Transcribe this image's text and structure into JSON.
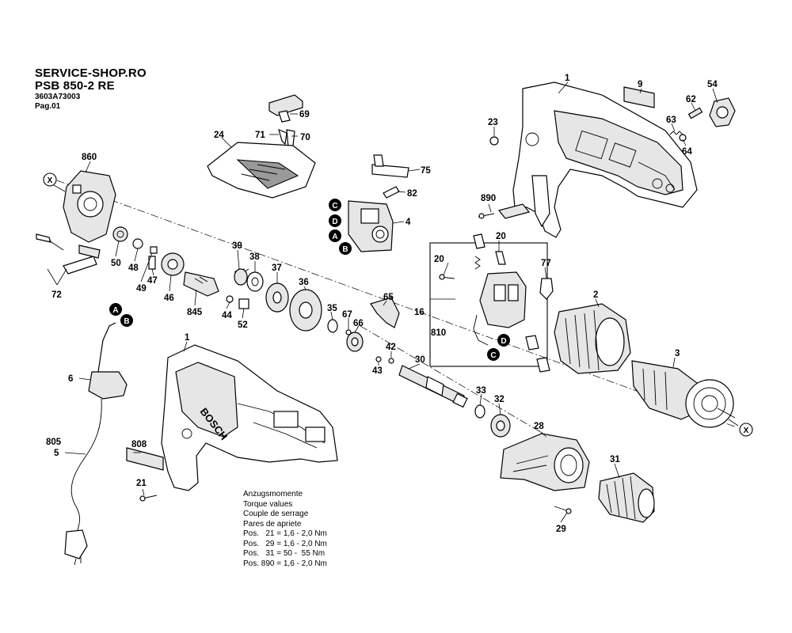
{
  "header": {
    "shop": "SERVICE-SHOP.RO",
    "model": "PSB 850-2 RE",
    "code": "3603A73003",
    "page": "Pag.01"
  },
  "callouts": {
    "p1": "1",
    "p2": "2",
    "p3": "3",
    "p4": "4",
    "p5": "5",
    "p6": "6",
    "p9": "9",
    "p16": "16",
    "p20a": "20",
    "p20b": "20",
    "p21": "21",
    "p23": "23",
    "p24": "24",
    "p28": "28",
    "p29": "29",
    "p30": "30",
    "p31": "31",
    "p32": "32",
    "p33": "33",
    "p35": "35",
    "p36": "36",
    "p37": "37",
    "p38": "38",
    "p39": "39",
    "p42": "42",
    "p43": "43",
    "p44": "44",
    "p46": "46",
    "p47": "47",
    "p48": "48",
    "p49": "49",
    "p50": "50",
    "p52": "52",
    "p54": "54",
    "p62": "62",
    "p63": "63",
    "p64": "64",
    "p65": "65",
    "p66": "66",
    "p67": "67",
    "p69": "69",
    "p70": "70",
    "p71": "71",
    "p72": "72",
    "p75": "75",
    "p77": "77",
    "p82": "82",
    "p805": "805",
    "p808": "808",
    "p810": "810",
    "p845": "845",
    "p860": "860",
    "p890": "890",
    "p1b": "1"
  },
  "markers": {
    "x": "X",
    "a": "A",
    "b": "B",
    "c": "C",
    "d": "D"
  },
  "brand_on_housing": "BOSCH",
  "torque": {
    "title_de": "Anzugsmomente",
    "title_en": "Torque values",
    "title_fr": "Couple de serrage",
    "title_ro": "Pares de apriete",
    "rows": [
      "Pos.   21 = 1,6 - 2,0 Nm",
      "Pos.   29 = 1,6 - 2,0 Nm",
      "Pos.   31 = 50 -  55 Nm",
      "Pos. 890 = 1,6 - 2,0 Nm"
    ]
  }
}
